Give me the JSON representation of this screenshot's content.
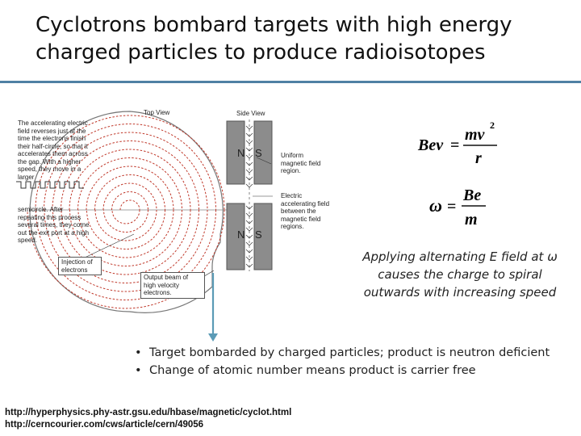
{
  "slide": {
    "title": "Cyclotrons bombard targets with high energy charged particles to produce radioisotopes"
  },
  "diagram": {
    "top_view_label": "Top View",
    "side_view_label": "Side View",
    "left_text": "The accelerating electric field reverses just at the time the electrons finish their half-circle, so that it accelerates them across the gap. With a higher speed, they move in a larger",
    "left_text2": "semicircle. After repeating this process several times, they come out the exit port at a high speed.",
    "injection_label": "Injection of electrons",
    "output_label": "Output beam of high velocity electrons.",
    "magnetic_label": "Uniform magnetic field region.",
    "electric_label": "Electric accelerating field between the magnetic field regions.",
    "pole_n": "N",
    "pole_s": "S",
    "colors": {
      "orbit": "#c0392b",
      "magnet": "#8c8c8c",
      "arrow": "#5b9bb6"
    }
  },
  "equations": {
    "eq1_lhs": "Bev",
    "eq1_num": "mv",
    "eq1_exp": "2",
    "eq1_den": "r",
    "eq2_lhs": "ω",
    "eq2_num": "Be",
    "eq2_den": "m"
  },
  "caption": "Applying alternating E field at ω causes the charge to spiral outwards with increasing speed",
  "bullets": [
    "Target bombarded by charged particles; product is neutron deficient",
    "Change of atomic number means product is carrier free"
  ],
  "references": [
    "http://hyperphysics.phy-astr.gsu.edu/hbase/magnetic/cyclot.html",
    "http://cerncourier.com/cws/article/cern/49056"
  ]
}
